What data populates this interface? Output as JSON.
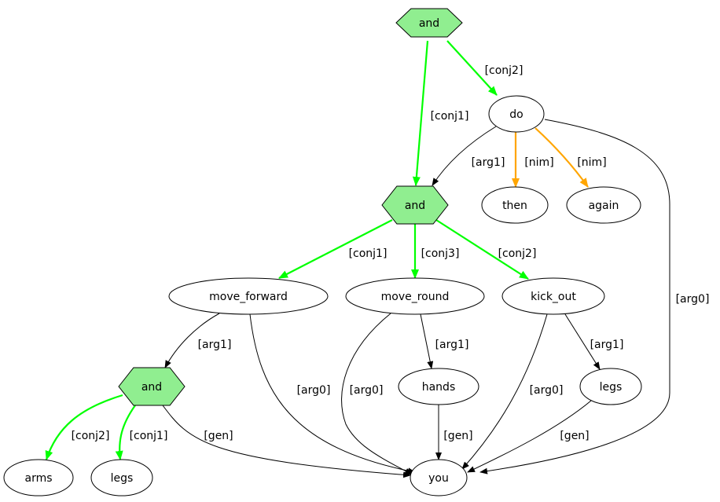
{
  "colors": {
    "and_fill": "#90ee90",
    "conj_edge": "#00ff00",
    "nim_edge": "#ffa500",
    "default_edge": "#000000"
  },
  "nodes": [
    {
      "id": "and_top",
      "label": "and",
      "shape": "hexagon"
    },
    {
      "id": "do",
      "label": "do",
      "shape": "ellipse"
    },
    {
      "id": "and_mid",
      "label": "and",
      "shape": "hexagon"
    },
    {
      "id": "then",
      "label": "then",
      "shape": "ellipse"
    },
    {
      "id": "again",
      "label": "again",
      "shape": "ellipse"
    },
    {
      "id": "move_forward",
      "label": "move_forward",
      "shape": "ellipse"
    },
    {
      "id": "move_round",
      "label": "move_round",
      "shape": "ellipse"
    },
    {
      "id": "kick_out",
      "label": "kick_out",
      "shape": "ellipse"
    },
    {
      "id": "and_low",
      "label": "and",
      "shape": "hexagon"
    },
    {
      "id": "hands",
      "label": "hands",
      "shape": "ellipse"
    },
    {
      "id": "legs_r",
      "label": "legs",
      "shape": "ellipse"
    },
    {
      "id": "arms",
      "label": "arms",
      "shape": "ellipse"
    },
    {
      "id": "legs_l",
      "label": "legs",
      "shape": "ellipse"
    },
    {
      "id": "you",
      "label": "you",
      "shape": "ellipse"
    }
  ],
  "edges": [
    {
      "from": "and_top",
      "to": "and_mid",
      "label": "[conj1]",
      "kind": "conj"
    },
    {
      "from": "and_top",
      "to": "do",
      "label": "[conj2]",
      "kind": "conj"
    },
    {
      "from": "do",
      "to": "and_mid",
      "label": "[arg1]",
      "kind": "default"
    },
    {
      "from": "do",
      "to": "then",
      "label": "[nim]",
      "kind": "nim"
    },
    {
      "from": "do",
      "to": "again",
      "label": "[nim]",
      "kind": "nim"
    },
    {
      "from": "do",
      "to": "you",
      "label": "[arg0]",
      "kind": "default"
    },
    {
      "from": "and_mid",
      "to": "move_forward",
      "label": "[conj1]",
      "kind": "conj"
    },
    {
      "from": "and_mid",
      "to": "move_round",
      "label": "[conj3]",
      "kind": "conj"
    },
    {
      "from": "and_mid",
      "to": "kick_out",
      "label": "[conj2]",
      "kind": "conj"
    },
    {
      "from": "move_forward",
      "to": "and_low",
      "label": "[arg1]",
      "kind": "default"
    },
    {
      "from": "move_forward",
      "to": "you",
      "label": "[arg0]",
      "kind": "default"
    },
    {
      "from": "move_round",
      "to": "you",
      "label": "[arg0]",
      "kind": "default"
    },
    {
      "from": "move_round",
      "to": "hands",
      "label": "[arg1]",
      "kind": "default"
    },
    {
      "from": "kick_out",
      "to": "you",
      "label": "[arg0]",
      "kind": "default"
    },
    {
      "from": "kick_out",
      "to": "legs_r",
      "label": "[arg1]",
      "kind": "default"
    },
    {
      "from": "and_low",
      "to": "arms",
      "label": "[conj2]",
      "kind": "conj"
    },
    {
      "from": "and_low",
      "to": "legs_l",
      "label": "[conj1]",
      "kind": "conj"
    },
    {
      "from": "and_low",
      "to": "you",
      "label": "[gen]",
      "kind": "default"
    },
    {
      "from": "hands",
      "to": "you",
      "label": "[gen]",
      "kind": "default"
    },
    {
      "from": "legs_r",
      "to": "you",
      "label": "[gen]",
      "kind": "default"
    }
  ]
}
